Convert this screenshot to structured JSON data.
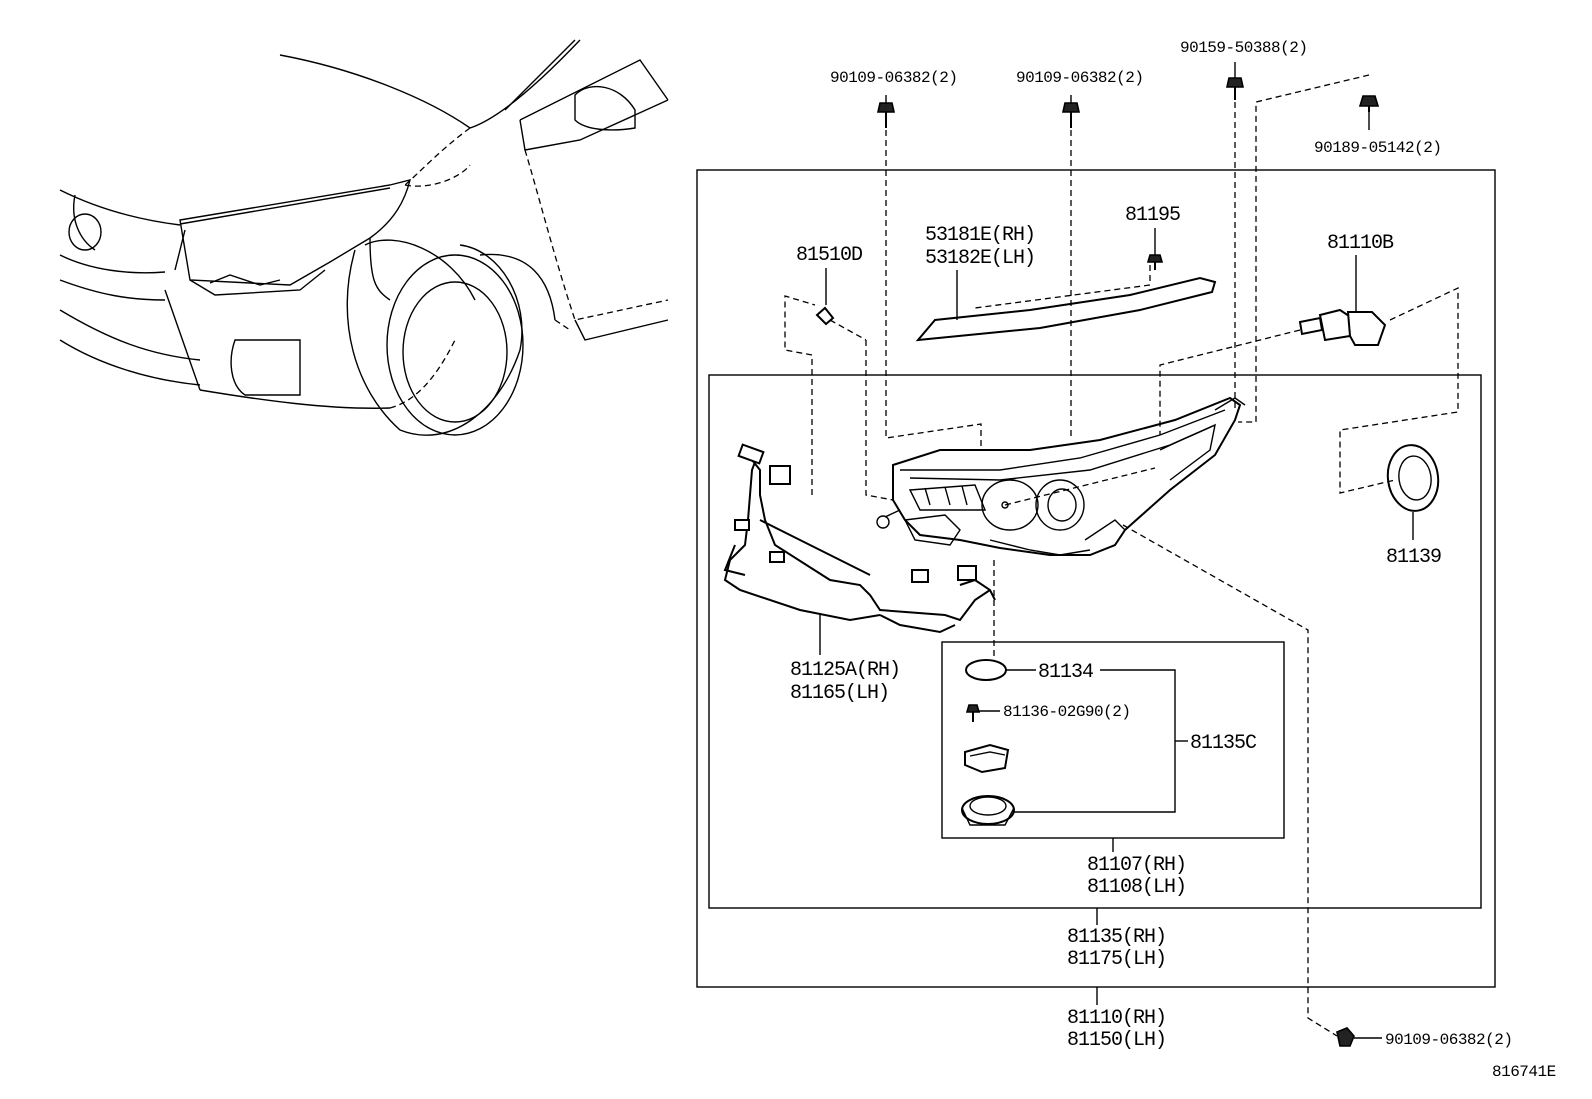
{
  "diagram_id": "816741E",
  "labels": {
    "bolt_a": "90109-06382(2)",
    "bolt_b": "90109-06382(2)",
    "screw_top": "90159-50388(2)",
    "clip_top": "90189-05142(2)",
    "cover_rh": "53181E(RH)",
    "cover_lh": "53182E(LH)",
    "p81195": "81195",
    "p81510d": "81510D",
    "p81110b": "81110B",
    "p81139": "81139",
    "wire_rh": "81125A(RH)",
    "wire_lh": "81165(LH)",
    "p81134": "81134",
    "p81136": "81136-02G90(2)",
    "p81135c": "81135C",
    "unit_rh": "81107(RH)",
    "unit_lh": "81108(LH)",
    "assy_rh": "81135(RH)",
    "assy_lh": "81175(LH)",
    "lamp_rh": "81110(RH)",
    "lamp_lh": "81150(LH)",
    "bolt_bottom": "90109-06382(2)"
  }
}
